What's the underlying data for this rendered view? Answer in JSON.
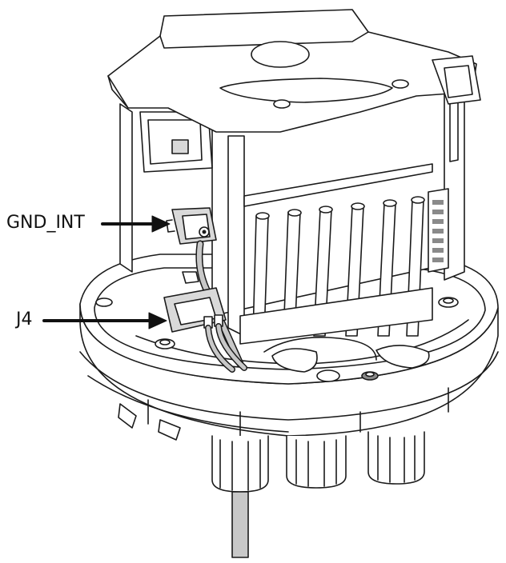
{
  "diagram": {
    "callouts": [
      {
        "id": "gnd",
        "text": "GND_INT"
      },
      {
        "id": "j4",
        "text": "J4"
      }
    ],
    "colors": {
      "line": "#1a1a1a",
      "fill": "#ffffff",
      "shade": "#d9d9d9",
      "dark": "#8a8a8a",
      "cable": "#c8c8c8"
    }
  }
}
